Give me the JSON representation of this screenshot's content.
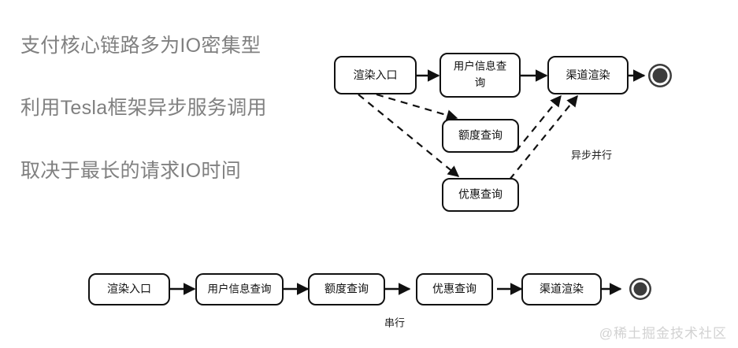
{
  "background_color": "#ffffff",
  "text_color_bullets": "#808080",
  "stroke_color": "#111111",
  "bullets": [
    {
      "text": "支付核心链路多为IO密集型"
    },
    {
      "text": "利用Tesla框架异步服务调用"
    },
    {
      "text": "取决于最长的请求IO时间"
    }
  ],
  "diagrams": [
    {
      "id": "async-parallel-flow",
      "annotation": "异步并行",
      "nodes": [
        {
          "id": "entry",
          "label": "渲染入口"
        },
        {
          "id": "userinfo",
          "label": "用户信息查询"
        },
        {
          "id": "quota",
          "label": "额度查询"
        },
        {
          "id": "coupon",
          "label": "优惠查询"
        },
        {
          "id": "render",
          "label": "渠道渲染"
        },
        {
          "id": "end",
          "label": ""
        }
      ],
      "edges": [
        {
          "from": "entry",
          "to": "userinfo",
          "style": "solid"
        },
        {
          "from": "userinfo",
          "to": "render",
          "style": "solid"
        },
        {
          "from": "render",
          "to": "end",
          "style": "solid"
        },
        {
          "from": "entry",
          "to": "quota",
          "style": "dashed"
        },
        {
          "from": "entry",
          "to": "coupon",
          "style": "dashed"
        },
        {
          "from": "quota",
          "to": "render",
          "style": "dashed"
        },
        {
          "from": "coupon",
          "to": "render",
          "style": "dashed"
        }
      ]
    },
    {
      "id": "serial-flow",
      "annotation": "串行",
      "nodes": [
        {
          "id": "entry",
          "label": "渲染入口"
        },
        {
          "id": "userinfo",
          "label": "用户信息查询"
        },
        {
          "id": "quota",
          "label": "额度查询"
        },
        {
          "id": "coupon",
          "label": "优惠查询"
        },
        {
          "id": "render",
          "label": "渠道渲染"
        },
        {
          "id": "end",
          "label": ""
        }
      ],
      "edges": [
        {
          "from": "entry",
          "to": "userinfo",
          "style": "solid"
        },
        {
          "from": "userinfo",
          "to": "quota",
          "style": "solid"
        },
        {
          "from": "quota",
          "to": "coupon",
          "style": "solid"
        },
        {
          "from": "coupon",
          "to": "render",
          "style": "solid"
        },
        {
          "from": "render",
          "to": "end",
          "style": "solid"
        }
      ]
    }
  ],
  "watermark": "@稀土掘金技术社区"
}
